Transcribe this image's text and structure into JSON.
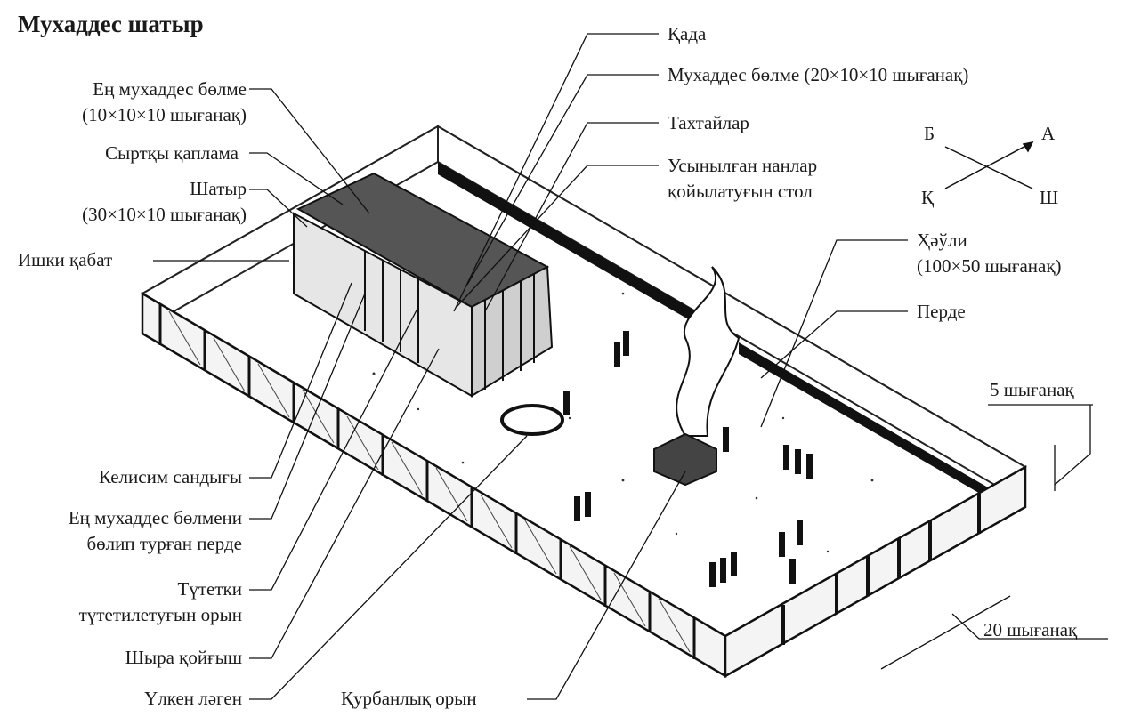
{
  "title": "Мухаддес шатыр",
  "labels": {
    "holy_of_holies": "Ең мухаддес бөлме\n(10×10×10 шығанақ)",
    "outer_cover": "Сыртқы қаплама",
    "tent": "Шатыр\n(30×10×10 шығанақ)",
    "inner_layer": "Ишки қабат",
    "ark": "Келисим сандығы",
    "veil": "Ең мухаддес бөлмени\nбөлип турған перде",
    "incense_altar": "Түтетки\nтүтетилетуғын орын",
    "lampstand": "Шыра қойғыш",
    "laver": "Үлкен ләген",
    "altar": "Қурбанлық орын",
    "socket": "Қада",
    "holy_place": "Мухаддес бөлме (20×10×10 шығанақ)",
    "boards": "Тахтайлар",
    "showbread_table": "Усынылған нанлар\nқойылатуғын стол",
    "courtyard": "Ҳәўли\n(100×50 шығанақ)",
    "curtain": "Перде",
    "height_5": "5 шығанақ",
    "width_20": "20 шығанақ"
  },
  "compass": {
    "n": "А",
    "w": "Б",
    "s": "Қ",
    "e": "Ш"
  }
}
